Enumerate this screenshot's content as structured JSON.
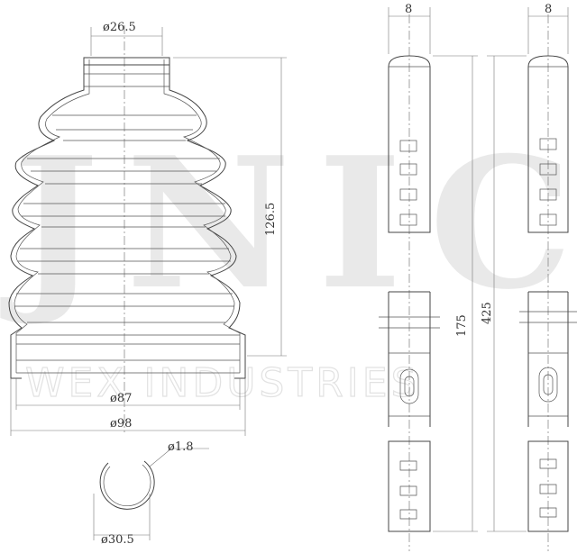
{
  "watermark": {
    "brand": "JNIC",
    "subtitle": "WEX INDUSTRIES"
  },
  "dimensions": {
    "boot_small_diameter": "ø26.5",
    "boot_height": "126.5",
    "boot_inner_diameter": "ø87",
    "boot_outer_diameter": "ø98",
    "clamp_wire_diameter": "ø1.8",
    "clamp_diameter": "ø30.5",
    "strap_width_1": "8",
    "strap_width_2": "8",
    "strap_length_1": "175",
    "strap_length_2": "425"
  },
  "colors": {
    "line": "#444444",
    "watermark": "#e9e9e9"
  }
}
